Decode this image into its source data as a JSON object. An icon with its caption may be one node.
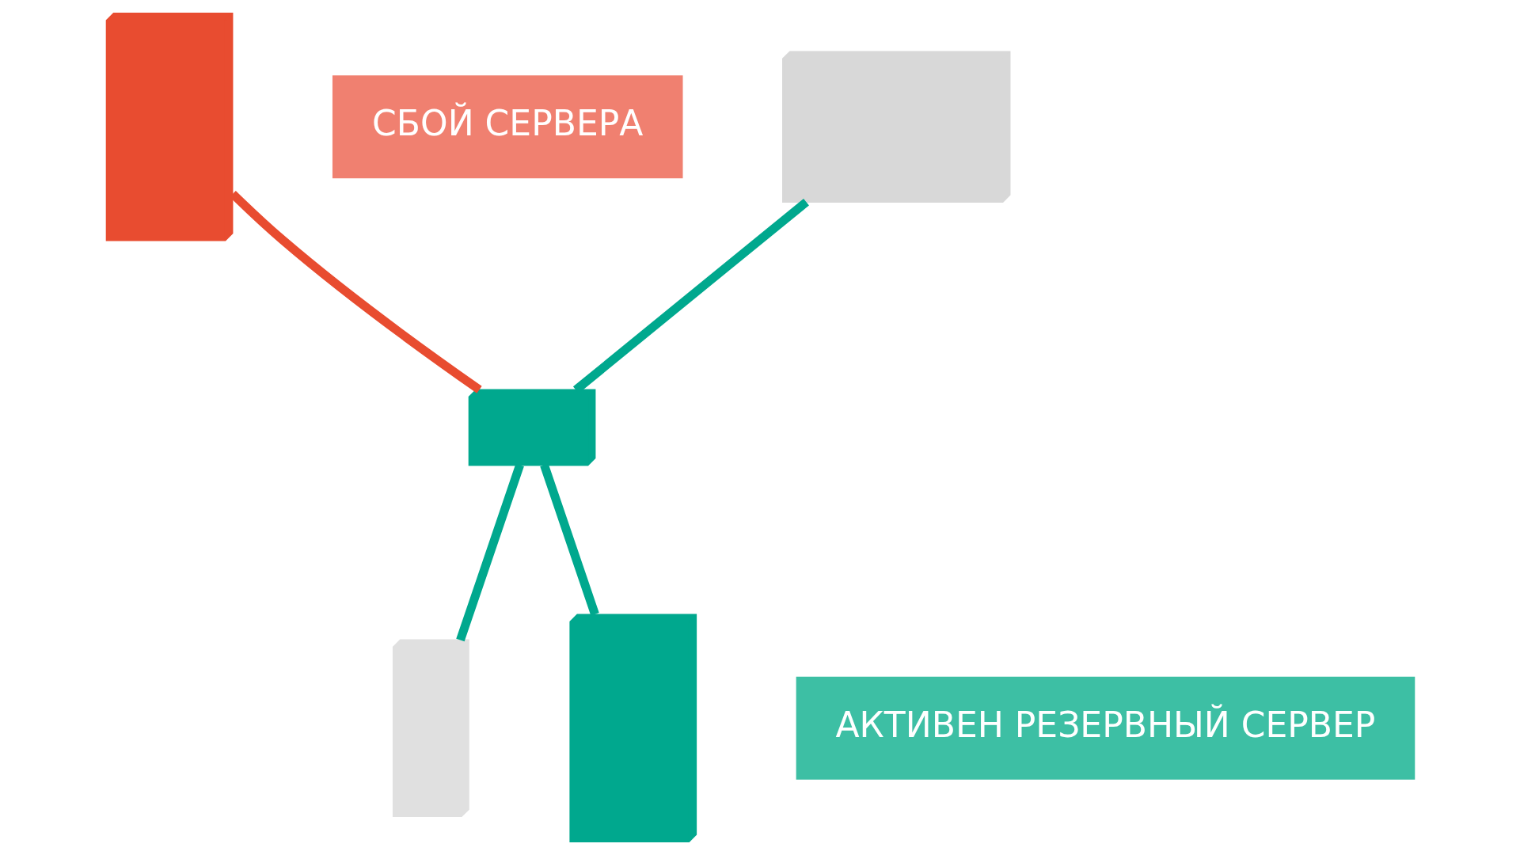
{
  "diagram": {
    "nodes": [
      {
        "text": [],
        "shape": "box"
      },
      {
        "text": [
          "СБОЙ СЕРВЕРА"
        ]
      },
      {
        "text": [],
        "shape": "box"
      },
      {
        "text": [],
        "shape": "box"
      },
      {
        "text": [],
        "shape": "box"
      },
      {
        "text": [],
        "shape": "box"
      },
      {
        "text": [
          "АКТИВЕН РЕЗЕРВНЫЙ СЕРВЕР"
        ]
      }
    ],
    "edges": [
      {
        "from": 0,
        "to": 4,
        "arrow": "none",
        "color": "#e84c30"
      },
      {
        "from": 2,
        "to": 4,
        "arrow": "none"
      },
      {
        "from": 3,
        "to": 4,
        "arrow": "none"
      },
      {
        "from": 5,
        "to": 4,
        "arrow": "none"
      }
    ]
  }
}
